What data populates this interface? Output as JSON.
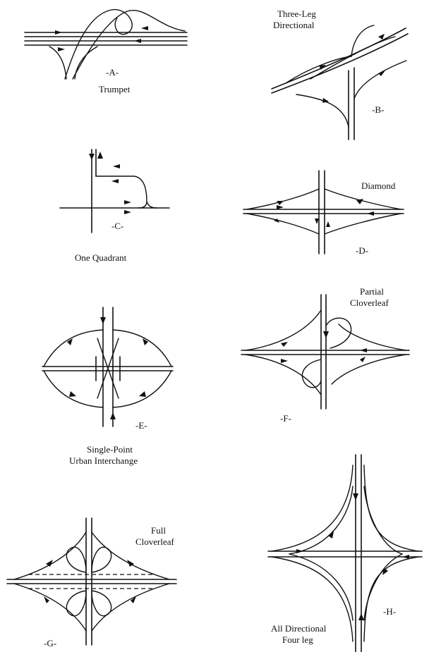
{
  "panels": [
    {
      "id": "A",
      "letter": "-A-",
      "caption": "Trumpet"
    },
    {
      "id": "B",
      "letter": "-B-",
      "caption_line1": "Three-Leg",
      "caption_line2": "Directional"
    },
    {
      "id": "C",
      "letter": "-C-",
      "caption": "One Quadrant"
    },
    {
      "id": "D",
      "letter": "-D-",
      "caption": "Diamond"
    },
    {
      "id": "E",
      "letter": "-E-",
      "caption_line1": "Single-Point",
      "caption_line2": "Urban Interchange"
    },
    {
      "id": "F",
      "letter": "-F-",
      "caption_line1": "Partial",
      "caption_line2": "Cloverleaf"
    },
    {
      "id": "G",
      "letter": "-G-",
      "caption_line1": "Full",
      "caption_line2": "Cloverleaf"
    },
    {
      "id": "H",
      "letter": "-H-",
      "caption_line1": "All Directional",
      "caption_line2": "Four leg"
    }
  ]
}
